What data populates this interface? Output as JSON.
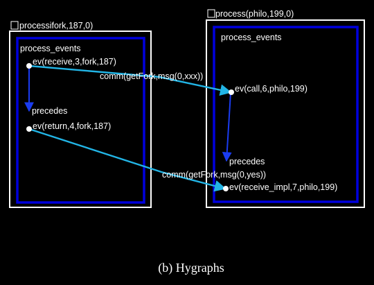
{
  "diagram": {
    "left_process": {
      "title": "processifork,187,0)",
      "inner_title": "process_events",
      "events": [
        "ev(receive,3,fork,187)",
        "ev(return,4,fork,187)"
      ],
      "relation": "precedes"
    },
    "right_process": {
      "title": "process(philo,199,0)",
      "inner_title": "process_events",
      "events": [
        "ev(call,6,philo,199)",
        "ev(receive_impl,7,philo,199)"
      ],
      "relation": "precedes"
    },
    "comm_links": [
      "comm(getFork,msg(0,xxx))",
      "comm(getFork,msg(0,yes))"
    ],
    "colors": {
      "outer_box": "#ffffff",
      "inner_box": "#0000dd",
      "edge": "#22b5e6",
      "precedes_edge": "#1a3cf0",
      "node": "#ffffff"
    }
  },
  "caption": "(b) Hygraphs"
}
